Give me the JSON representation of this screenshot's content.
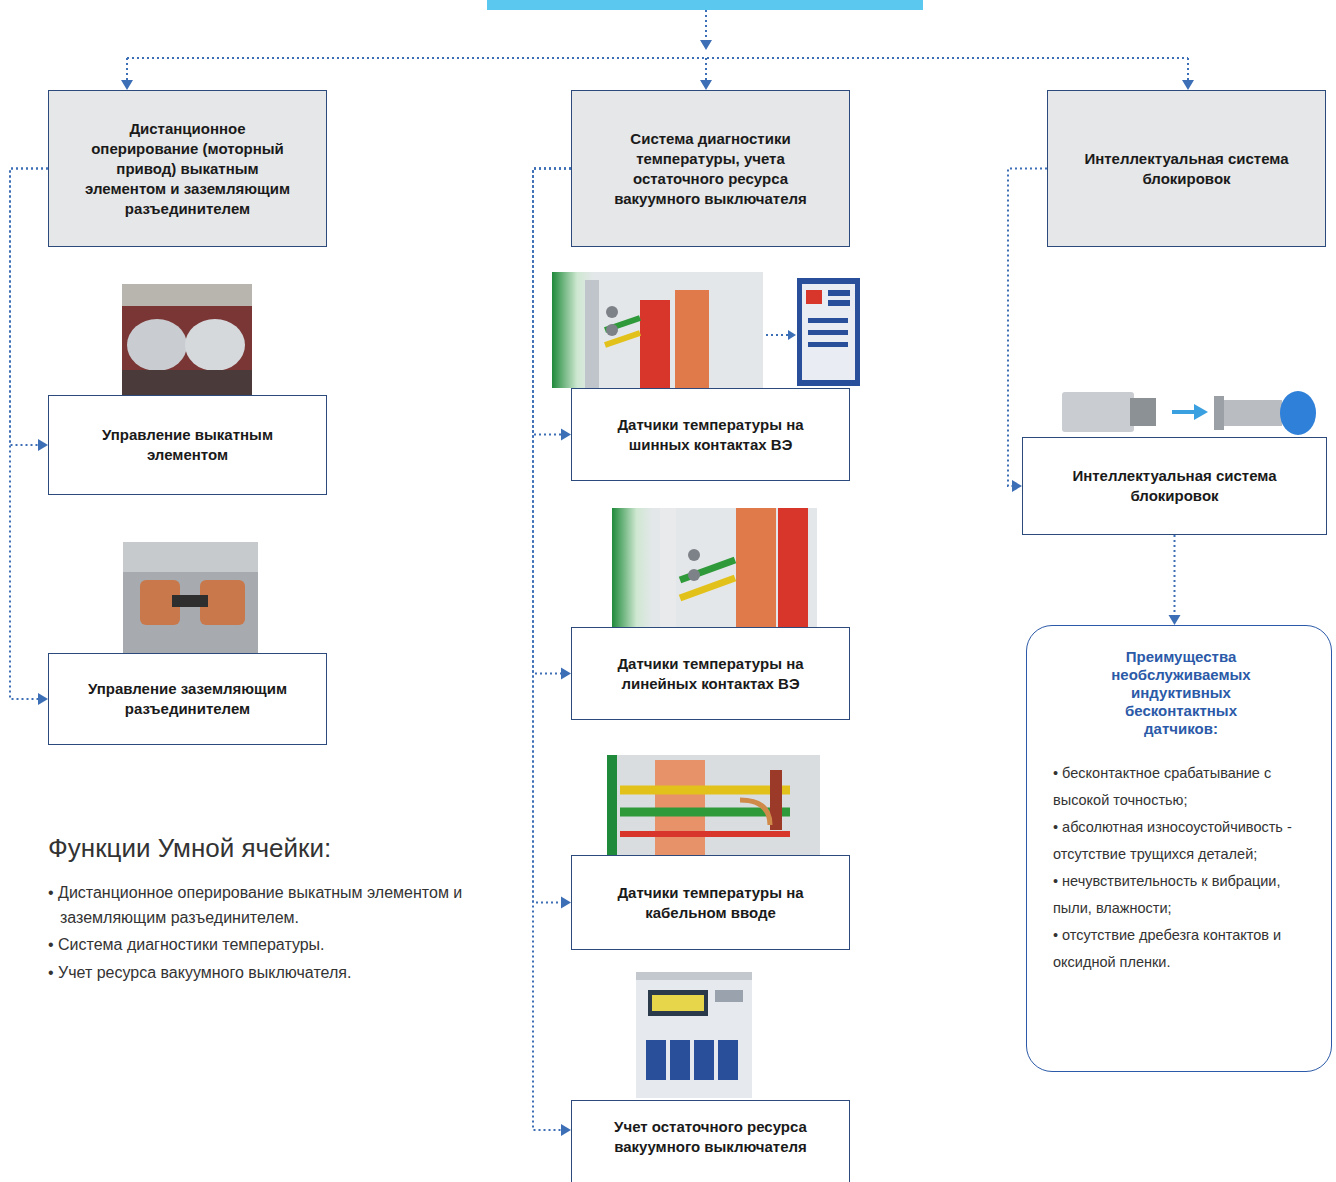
{
  "diagram": {
    "nodes": [
      {
        "text": [
          "Дистанционное оперирование (моторный привод) выкатным элементом и заземляющим разъединителем"
        ]
      },
      {
        "text": [
          "Управление выкатным элементом"
        ]
      },
      {
        "text": [
          "Управление заземляющим разъединителем"
        ]
      },
      {
        "text": [
          "Система диагностики температуры, учета остаточного ресурса вакуумного выключателя"
        ]
      },
      {
        "text": [
          "Датчики температуры на шинных контактах ВЭ"
        ]
      },
      {
        "text": [
          "Датчики температуры на линейных контактах ВЭ"
        ]
      },
      {
        "text": [
          "Датчики температуры на кабельном вводе"
        ]
      },
      {
        "text": [
          "Учет остаточного ресурса вакуумного выключателя"
        ]
      },
      {
        "text": [
          "Интеллектуальная система блокировок"
        ]
      },
      {
        "text": [
          "Интеллектуальная система блокировок"
        ]
      },
      {
        "text": [
          "Преимущества необслуживаемых индуктивных бесконтактных датчиков:",
          "• бесконтактное срабатывание с высокой точностью;",
          "• абсолютная износоустойчивость - отсутствие трущихся деталей;",
          "• нечувствительность к вибрации, пыли, влажности;",
          "• отсутствие дребезга контактов и оксидной пленки."
        ]
      }
    ],
    "edges": [
      {
        "from": 0,
        "to": 1,
        "arrow": "to"
      },
      {
        "from": 0,
        "to": 2,
        "arrow": "to"
      },
      {
        "from": 3,
        "to": 4,
        "arrow": "to"
      },
      {
        "from": 3,
        "to": 5,
        "arrow": "to"
      },
      {
        "from": 3,
        "to": 6,
        "arrow": "to"
      },
      {
        "from": 3,
        "to": 7,
        "arrow": "to"
      },
      {
        "from": 8,
        "to": 9,
        "arrow": "to"
      },
      {
        "from": 9,
        "to": 10,
        "arrow": "to"
      }
    ],
    "labels": [
      "Функции Умной ячейки:",
      "• Дистанционное оперирование выкатным элементом и заземляющим разъединителем.",
      "• Система диагностики температуры.",
      "• Учет ресурса вакуумного выключателя."
    ]
  }
}
